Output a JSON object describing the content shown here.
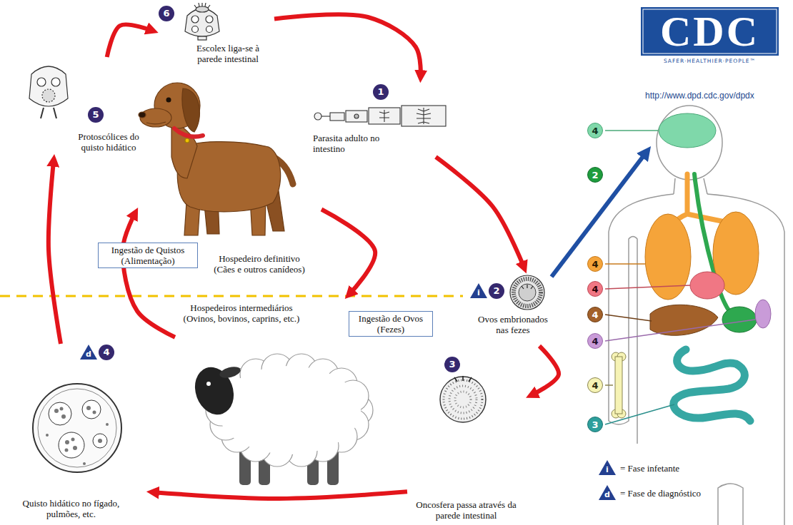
{
  "diagram": {
    "nodes": [
      {
        "text": [
          "6",
          "Escolex liga-se à parede intestinal"
        ]
      },
      {
        "text": [
          "1",
          "Parasita adulto no intestino"
        ]
      },
      {
        "text": [
          "5",
          "Protoscólices do quisto hidático"
        ]
      },
      {
        "text": [
          "Hospedeiro definitivo (Cães e outros canídeos)"
        ]
      },
      {
        "text": [
          "i",
          "2",
          "Ovos embrionados nas fezes"
        ]
      },
      {
        "text": [
          "Hospedeiros intermediários (Ovinos, bovinos, caprins, etc.)"
        ]
      },
      {
        "text": [
          "d",
          "4",
          "Quisto hidático no fígado, pulmões, etc."
        ]
      },
      {
        "text": [
          "3",
          "Oncosfera passa através da parede intestinal"
        ]
      }
    ],
    "edges": [
      {
        "from": 1,
        "to": 4,
        "arrow": "to"
      },
      {
        "from": 4,
        "to": 7,
        "arrow": "to"
      },
      {
        "from": 7,
        "to": 6,
        "arrow": "to"
      },
      {
        "from": 6,
        "to": 2,
        "arrow": "to"
      },
      {
        "from": 2,
        "to": 0,
        "arrow": "to"
      },
      {
        "from": 0,
        "to": 1,
        "arrow": "to"
      },
      {
        "from": 3,
        "to": 5,
        "label": "Ingestão de Ovos (Fezes)",
        "arrow": "to"
      },
      {
        "from": 5,
        "to": 3,
        "label": "Ingestão de Quistos (Alimentação)",
        "arrow": "to"
      }
    ],
    "labels": [
      "CDC",
      "SAFER·HEALTHIER·PEOPLE™",
      "http://www.dpd.cdc.gov/dpdx",
      "4",
      "2",
      "4",
      "4",
      "4",
      "4",
      "4",
      "3",
      "i",
      "d"
    ],
    "legend": [
      {
        "text": "= Fase infetante"
      },
      {
        "text": "= Fase de diagnóstico"
      }
    ]
  }
}
